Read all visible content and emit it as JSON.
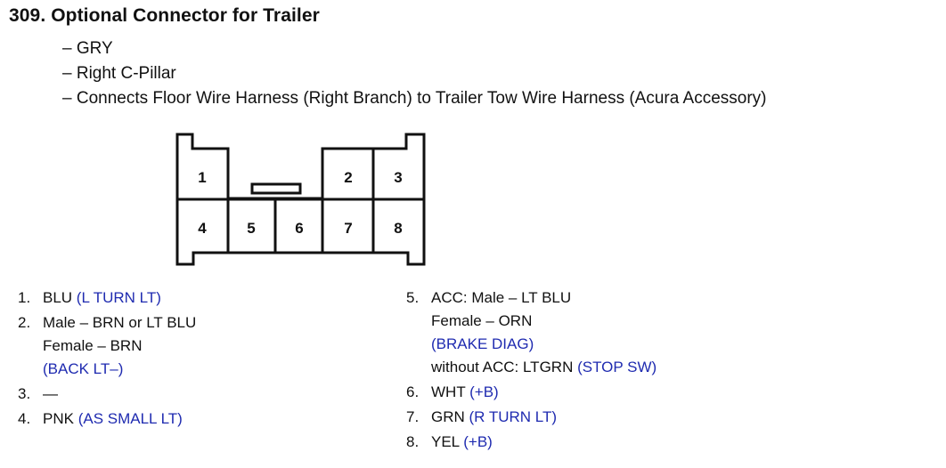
{
  "header": {
    "title": "309.  Optional Connector for Trailer",
    "lines": [
      "– GRY",
      "– Right C-Pillar",
      "– Connects Floor Wire Harness (Right Branch) to Trailer Tow Wire Harness (Acura Accessory)"
    ]
  },
  "connector": {
    "pins": [
      "1",
      "2",
      "3",
      "4",
      "5",
      "6",
      "7",
      "8"
    ]
  },
  "pinouts": {
    "p1": {
      "num": "1.",
      "wire": "BLU ",
      "func": "(L TURN LT)"
    },
    "p2": {
      "num": "2.",
      "wire": "Male – BRN or LT BLU",
      "wire2": "Female – BRN",
      "func": "(BACK LT–)"
    },
    "p3": {
      "num": "3.",
      "wire": "—"
    },
    "p4": {
      "num": "4.",
      "wire": "PNK ",
      "func": "(AS SMALL LT)"
    },
    "p5": {
      "num": "5.",
      "wire": "ACC: Male – LT BLU",
      "wire2": "Female – ORN",
      "func": "(BRAKE DIAG)",
      "wire3": "without ACC: LTGRN  ",
      "func2": "(STOP SW)"
    },
    "p6": {
      "num": "6.",
      "wire": "WHT ",
      "func": "(+B)"
    },
    "p7": {
      "num": "7.",
      "wire": "GRN ",
      "func": "(R TURN LT)"
    },
    "p8": {
      "num": "8.",
      "wire": "YEL ",
      "func": "(+B)"
    }
  },
  "colors": {
    "text": "#111111",
    "function_text": "#1f2bb0",
    "background": "#ffffff"
  }
}
